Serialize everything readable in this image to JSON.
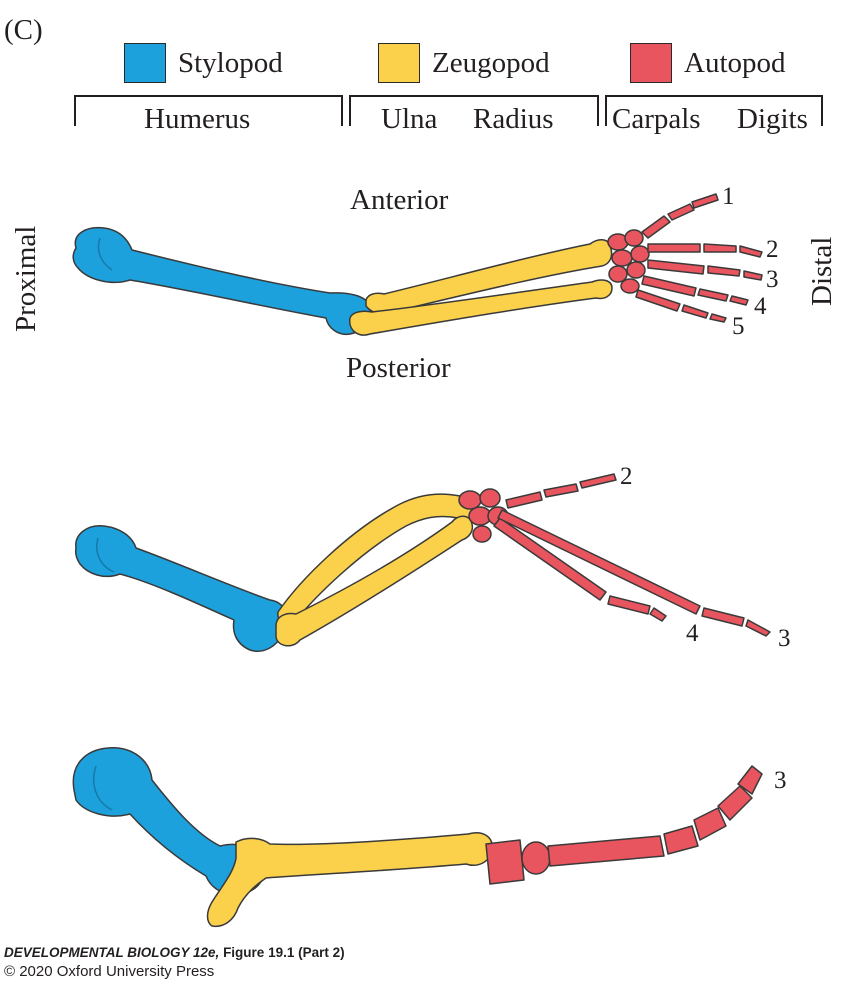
{
  "panel_label": "(C)",
  "legend": [
    {
      "label": "Stylopod",
      "color": "#1da1dc"
    },
    {
      "label": "Zeugopod",
      "color": "#fbd04b"
    },
    {
      "label": "Autopod",
      "color": "#e8555e"
    }
  ],
  "groups": {
    "humerus": "Humerus",
    "ulna": "Ulna",
    "radius": "Radius",
    "carpals": "Carpals",
    "digits": "Digits"
  },
  "orientation": {
    "anterior": "Anterior",
    "posterior": "Posterior",
    "proximal": "Proximal",
    "distal": "Distal"
  },
  "digit_numbers": {
    "limb1": [
      "1",
      "2",
      "3",
      "4",
      "5"
    ],
    "limb2": [
      "2",
      "4",
      "3"
    ],
    "limb3": [
      "3"
    ]
  },
  "credit": {
    "book_title": "DEVELOPMENTAL BIOLOGY 12e,",
    "figure": "Figure 19.1 (Part 2)",
    "copyright": "© 2020 Oxford University Press"
  }
}
